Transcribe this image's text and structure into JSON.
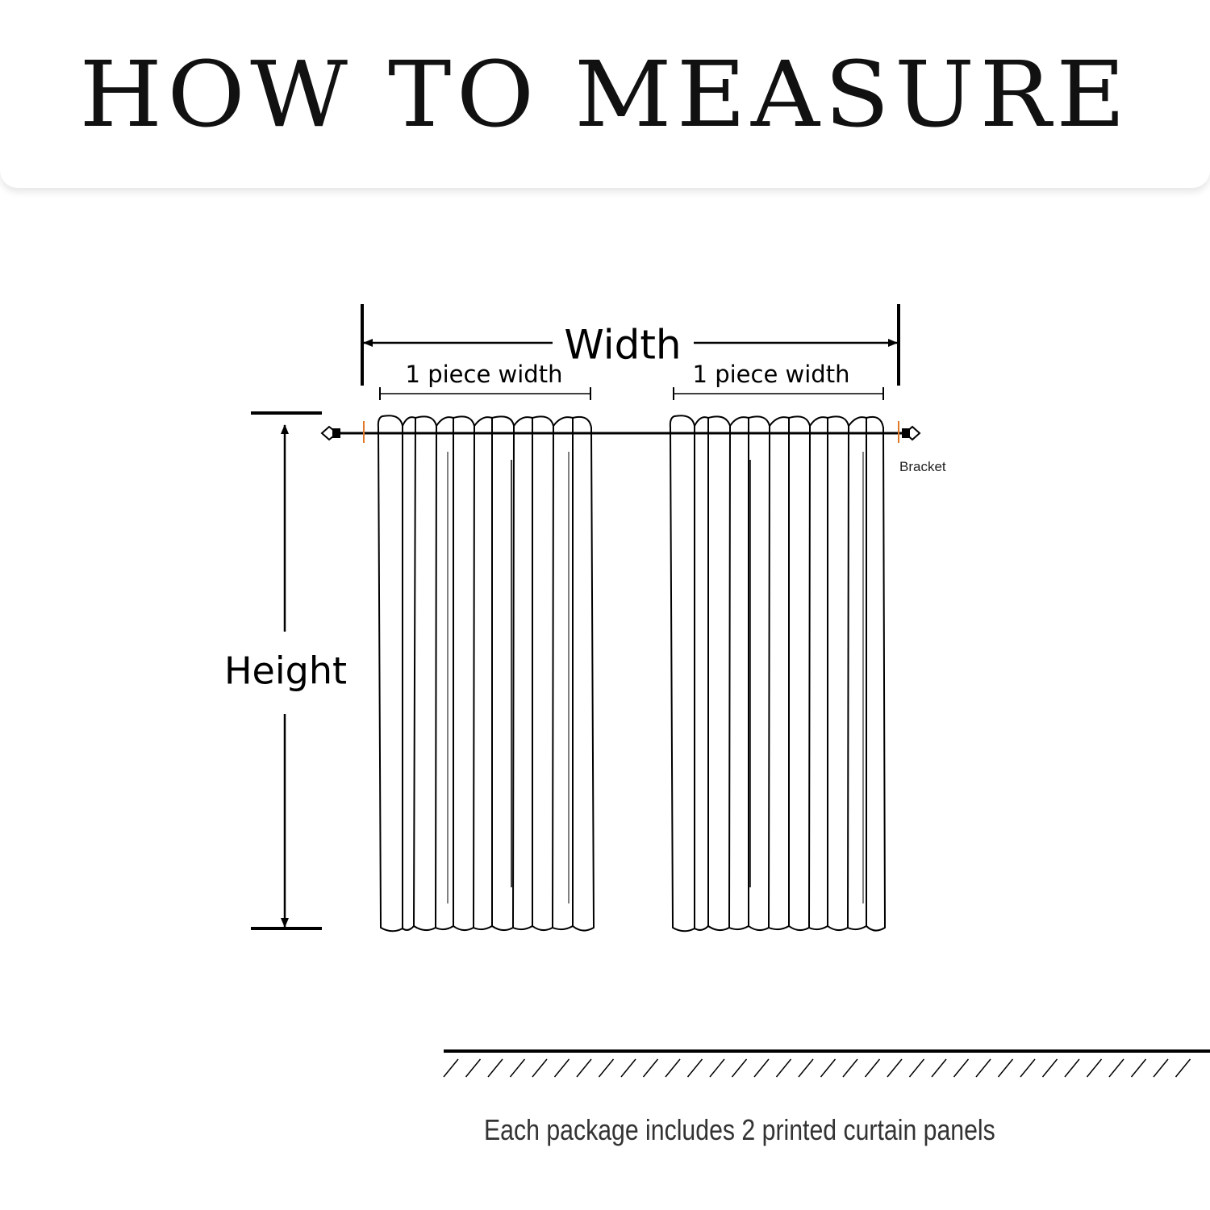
{
  "header": {
    "title": "HOW TO MEASURE"
  },
  "diagram": {
    "width_label": "Width",
    "piece_width_label_left": "1 piece width",
    "piece_width_label_right": "1 piece width",
    "height_label": "Height",
    "bracket_label": "Bracket"
  },
  "footer": {
    "caption": "Each package includes 2 printed curtain panels"
  },
  "colors": {
    "line": "#000000",
    "bracket_accent": "#e07a2a",
    "text": "#111111"
  }
}
